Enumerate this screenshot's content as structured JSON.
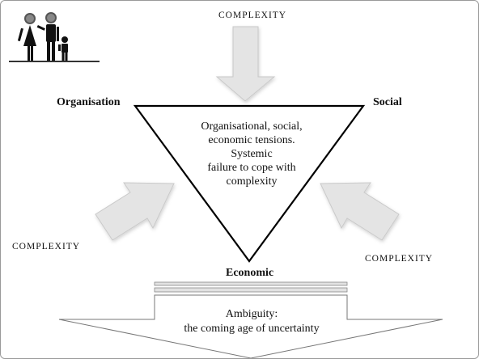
{
  "labels": {
    "complexity_top": "COMPLEXITY",
    "complexity_left": "COMPLEXITY",
    "complexity_right": "COMPLEXITY",
    "organisation": "Organisation",
    "social": "Social",
    "economic": "Economic"
  },
  "center": {
    "lines": [
      "Organisational, social,",
      "economic tensions.",
      "Systemic",
      "failure to cope with",
      "complexity"
    ]
  },
  "ambiguity": {
    "lines": [
      "Ambiguity:",
      "the coming age of uncertainty"
    ]
  },
  "colors": {
    "arrow_fill": "#e4e4e4",
    "arrow_stroke": "#c8c8c8",
    "triangle_stroke": "#000000",
    "icon_fill": "#111111"
  },
  "icons": [
    "family-icon"
  ]
}
